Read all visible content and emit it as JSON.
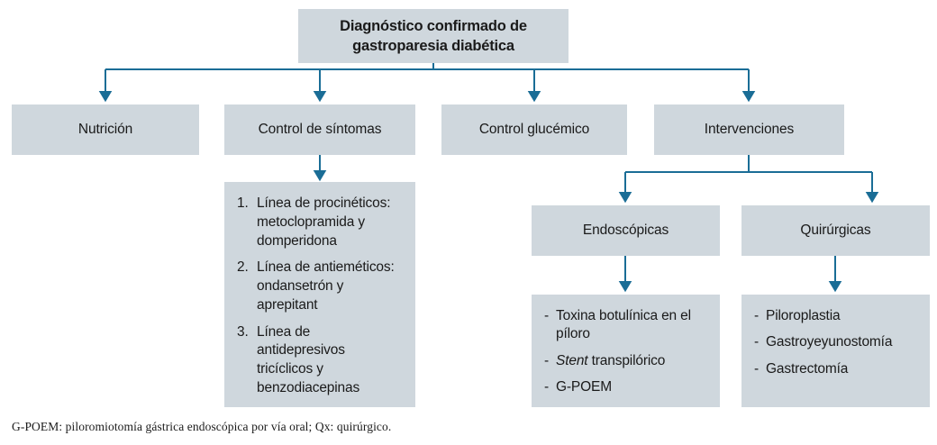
{
  "diagram": {
    "accent_color": "#1a6d96",
    "box_fill": "#cfd7dd",
    "text_color": "#1a1a1a",
    "root": {
      "label": "Diagnóstico confirmado de gastroparesia diabética"
    },
    "branches": [
      {
        "id": "nutricion",
        "label": "Nutrición"
      },
      {
        "id": "control-sintomas",
        "label": "Control de síntomas"
      },
      {
        "id": "control-glucemico",
        "label": "Control glucémico"
      },
      {
        "id": "intervenciones",
        "label": "Intervenciones"
      }
    ],
    "sintomas_list": {
      "items": [
        {
          "num": "1.",
          "text": "Línea de procinéticos: metoclopramida y domperidona"
        },
        {
          "num": "2.",
          "text": "Línea de antieméticos: ondansetrón y aprepitant"
        },
        {
          "num": "3.",
          "text": "Línea de antidepresivos tricíclicos y benzodiacepinas"
        }
      ]
    },
    "intervention_types": [
      {
        "id": "endoscopicas",
        "label": "Endoscópicas"
      },
      {
        "id": "quirurgicas",
        "label": "Quirúrgicas"
      }
    ],
    "endoscopic_list": {
      "items": [
        {
          "dash": "-",
          "pre": "",
          "em": "",
          "text": "Toxina botulínica en el píloro"
        },
        {
          "dash": "-",
          "pre": "",
          "em": "Stent",
          "text": " transpilórico"
        },
        {
          "dash": "-",
          "pre": "",
          "em": "",
          "text": "G-POEM"
        }
      ]
    },
    "surgical_list": {
      "items": [
        {
          "dash": "-",
          "text": "Piloroplastia"
        },
        {
          "dash": "-",
          "text": "Gastroyeyunostomía"
        },
        {
          "dash": "-",
          "text": "Gastrectomía"
        }
      ]
    },
    "footnote": "G-POEM: piloromiotomía gástrica endoscópica por vía oral; Qx: quirúrgico."
  }
}
